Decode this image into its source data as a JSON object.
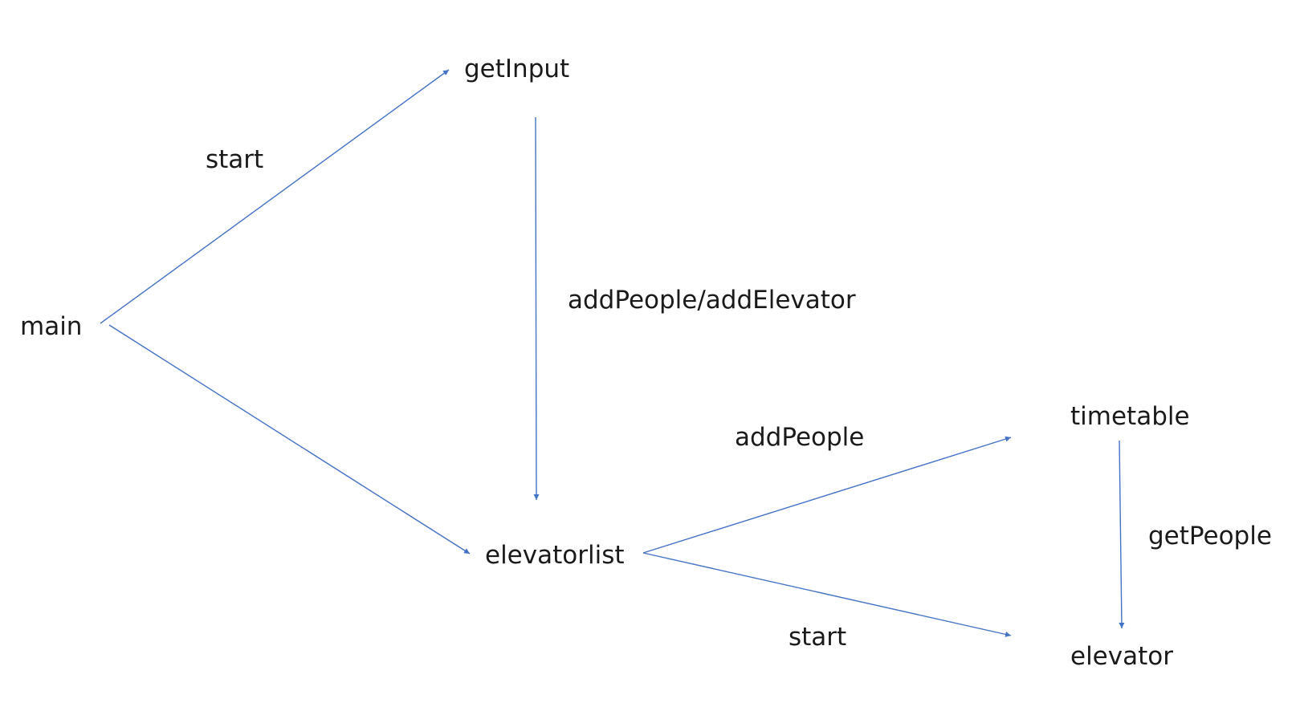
{
  "diagram": {
    "nodes": {
      "main": "main",
      "getInput": "getInput",
      "elevatorlist": "elevatorlist",
      "timetable": "timetable",
      "elevator": "elevator"
    },
    "edges": [
      {
        "from": "main",
        "to": "getInput",
        "label": "start"
      },
      {
        "from": "main",
        "to": "elevatorlist",
        "label": ""
      },
      {
        "from": "getInput",
        "to": "elevatorlist",
        "label": "addPeople/addElevator"
      },
      {
        "from": "elevatorlist",
        "to": "timetable",
        "label": "addPeople"
      },
      {
        "from": "elevatorlist",
        "to": "elevator",
        "label": "start"
      },
      {
        "from": "timetable",
        "to": "elevator",
        "label": "getPeople"
      }
    ],
    "edge_color": "#4472c4",
    "text_color": "#1a1a1a"
  }
}
